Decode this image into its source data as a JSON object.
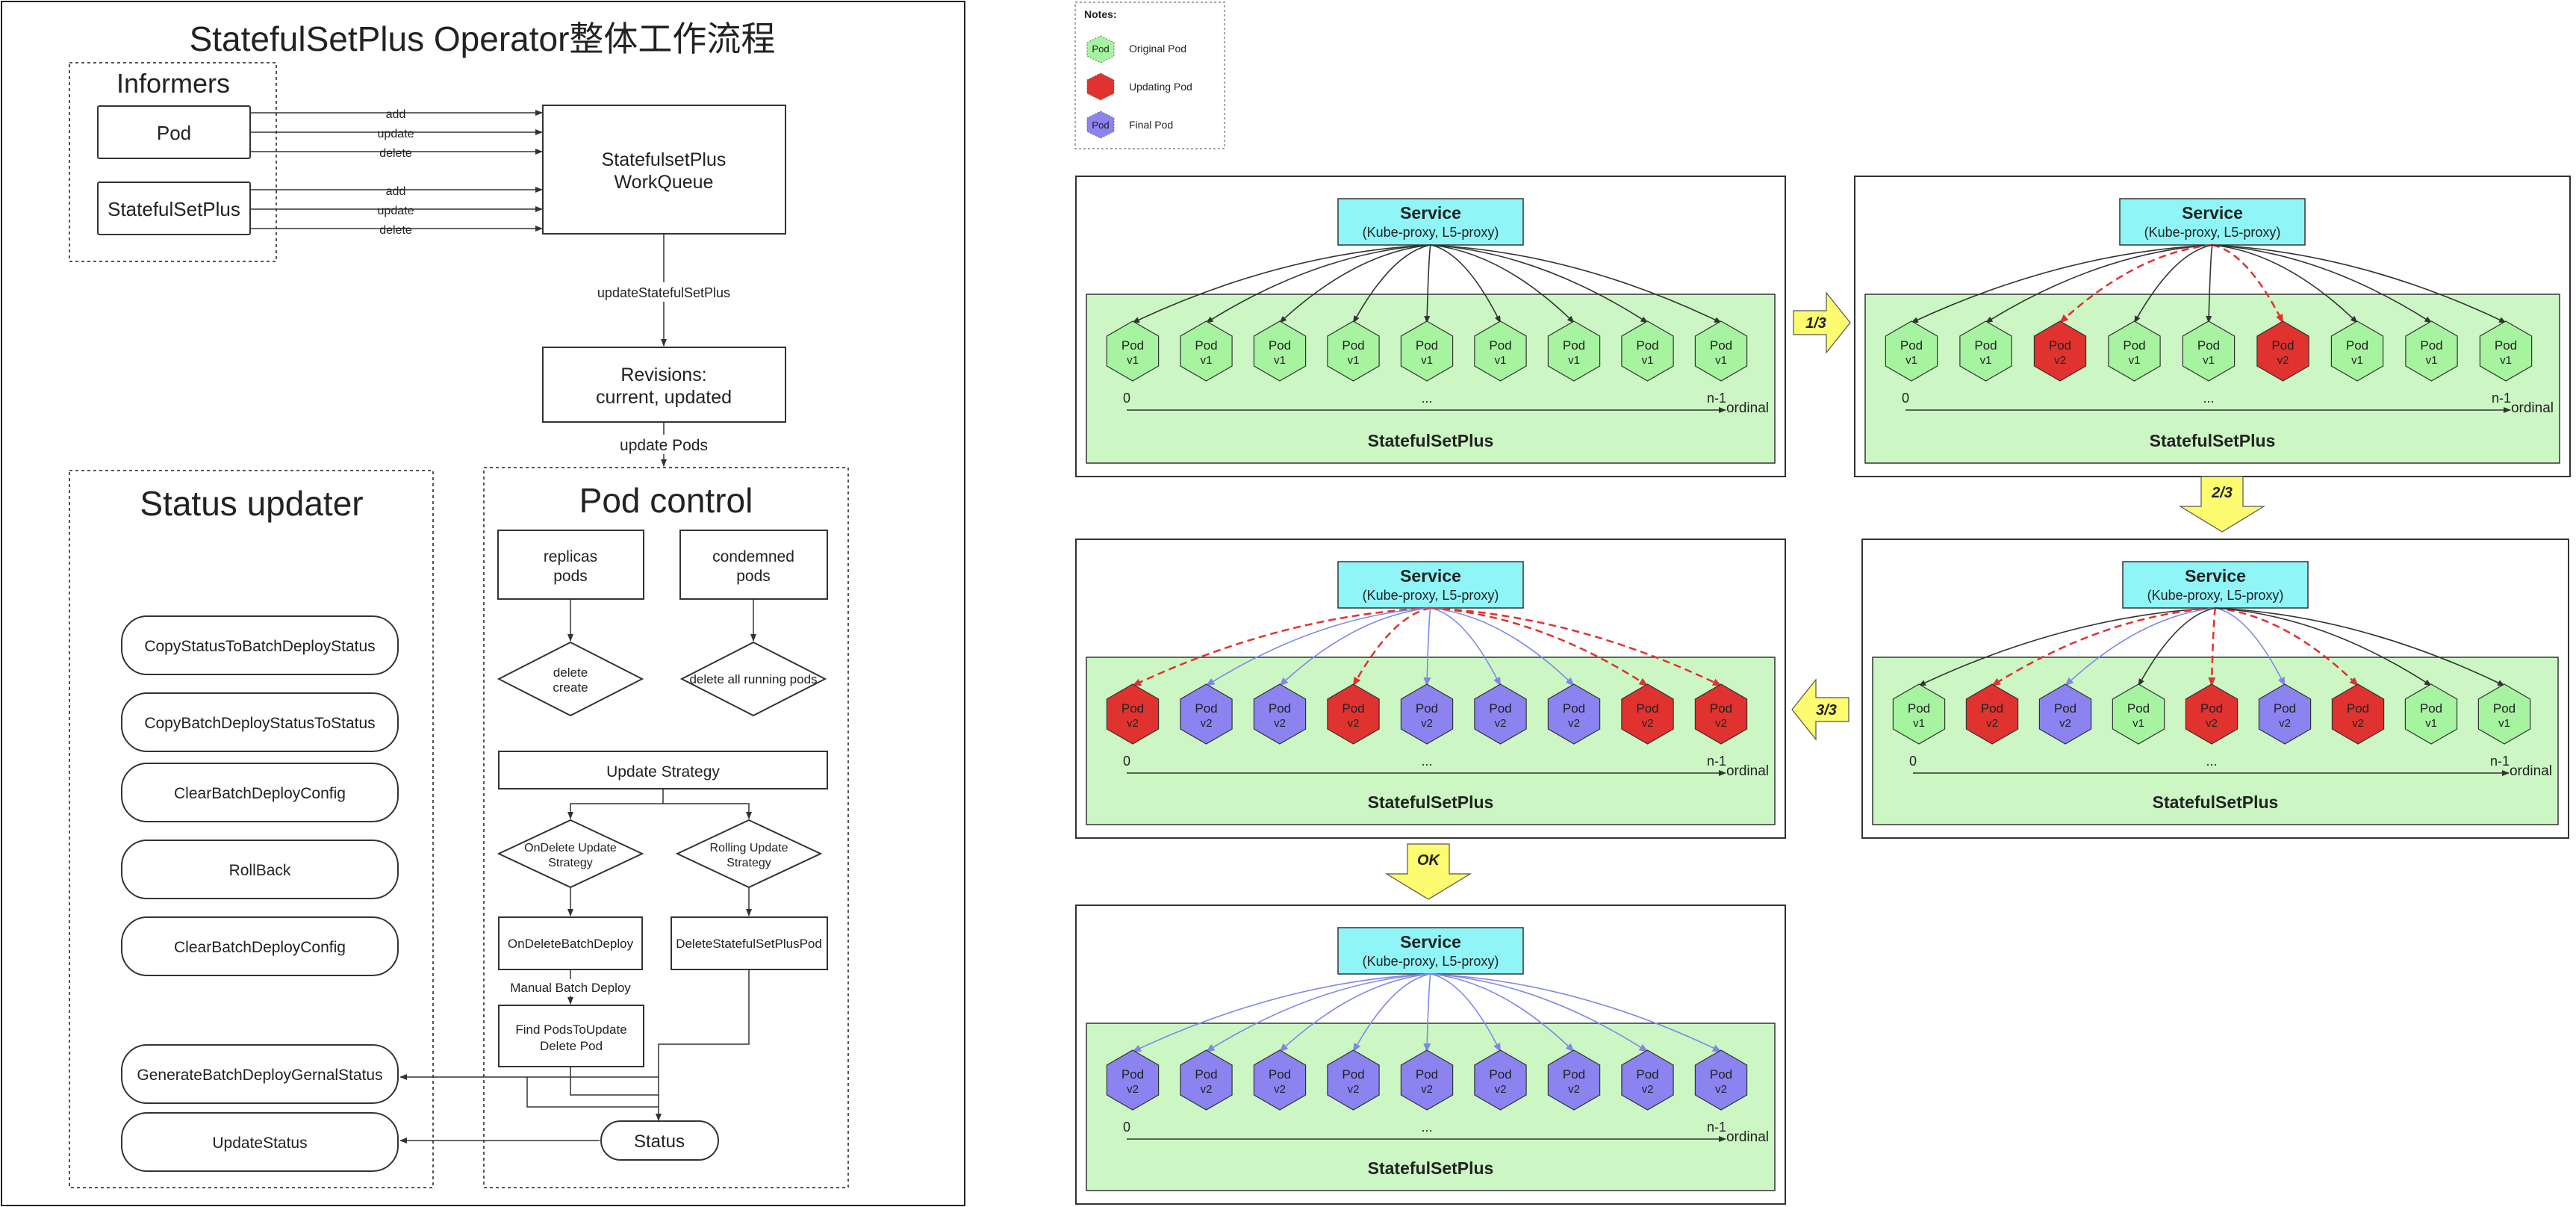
{
  "colors": {
    "original_pod": "#a6f3a0",
    "updating_pod": "#e0322f",
    "final_pod": "#8a83f0",
    "service_fill": "#8ff5f7",
    "stateful_area": "#ccf7c4",
    "arrow_yellow": "#fdfb6f"
  },
  "left": {
    "title": "StatefulSetPlus Operator整体工作流程",
    "informers": {
      "label": "Informers",
      "pod": "Pod",
      "statefulsetplus": "StatefulSetPlus",
      "events": [
        "add",
        "update",
        "delete"
      ]
    },
    "workqueue": [
      "StatefulsetPlus",
      "WorkQueue"
    ],
    "update_statefulsetplus": "updateStatefulSetPlus",
    "revisions": [
      "Revisions:",
      "current, updated"
    ],
    "update_pods": "update Pods",
    "status_updater": {
      "title": "Status updater",
      "items": [
        "CopyStatusToBatchDeployStatus",
        "CopyBatchDeployStatusToStatus",
        "ClearBatchDeployConfig",
        "RollBack",
        "ClearBatchDeployConfig",
        "GenerateBatchDeployGernalStatus",
        "UpdateStatus"
      ]
    },
    "pod_control": {
      "title": "Pod control",
      "replicas": [
        "replicas",
        "pods"
      ],
      "condemned": [
        "condemned",
        "pods"
      ],
      "delete_create": [
        "delete",
        "create"
      ],
      "delete_all": "delete all running pods",
      "update_strategy": "Update Strategy",
      "ondelete_strategy": [
        "OnDelete Update",
        "Strategy"
      ],
      "rolling_strategy": [
        "Rolling Update",
        "Strategy"
      ],
      "ondelete_batch": "OnDeleteBatchDeploy",
      "delete_pod": "DeleteStatefulSetPlusPod",
      "manual_batch": "Manual Batch Deploy",
      "find_pods": [
        "Find PodsToUpdate",
        "Delete Pod"
      ],
      "status": "Status"
    }
  },
  "right": {
    "notes": {
      "title": "Notes:",
      "pod_label": "Pod",
      "items": [
        {
          "kind": "original",
          "label": "Original Pod"
        },
        {
          "kind": "updating",
          "label": "Updating Pod"
        },
        {
          "kind": "final",
          "label": "Final Pod"
        }
      ]
    },
    "service_title": "Service",
    "service_subtitle": "(Kube-proxy, L5-proxy)",
    "pod_text": "Pod",
    "ordinal_first": "0",
    "ordinal_dots": "...",
    "ordinal_last": "n-1",
    "ordinal_label": "ordinal",
    "statefulsetplus": "StatefulSetPlus",
    "stages": [
      {
        "step": "1/3",
        "pods": [
          [
            "o",
            "v1"
          ],
          [
            "o",
            "v1"
          ],
          [
            "o",
            "v1"
          ],
          [
            "o",
            "v1"
          ],
          [
            "o",
            "v1"
          ],
          [
            "o",
            "v1"
          ],
          [
            "o",
            "v1"
          ],
          [
            "o",
            "v1"
          ],
          [
            "o",
            "v1"
          ]
        ]
      },
      {
        "step": "2/3",
        "pods": [
          [
            "o",
            "v1"
          ],
          [
            "o",
            "v1"
          ],
          [
            "u",
            "v2"
          ],
          [
            "o",
            "v1"
          ],
          [
            "o",
            "v1"
          ],
          [
            "u",
            "v2"
          ],
          [
            "o",
            "v1"
          ],
          [
            "o",
            "v1"
          ],
          [
            "o",
            "v1"
          ]
        ]
      },
      {
        "step": "3/3",
        "pods": [
          [
            "o",
            "v1"
          ],
          [
            "u",
            "v2"
          ],
          [
            "f",
            "v2"
          ],
          [
            "o",
            "v1"
          ],
          [
            "u",
            "v2"
          ],
          [
            "f",
            "v2"
          ],
          [
            "u",
            "v2"
          ],
          [
            "o",
            "v1"
          ],
          [
            "o",
            "v1"
          ]
        ]
      },
      {
        "step": "OK",
        "pods": [
          [
            "u",
            "v2"
          ],
          [
            "f",
            "v2"
          ],
          [
            "f",
            "v2"
          ],
          [
            "u",
            "v2"
          ],
          [
            "f",
            "v2"
          ],
          [
            "f",
            "v2"
          ],
          [
            "f",
            "v2"
          ],
          [
            "u",
            "v2"
          ],
          [
            "u",
            "v2"
          ]
        ]
      },
      {
        "step": "",
        "pods": [
          [
            "f",
            "v2"
          ],
          [
            "f",
            "v2"
          ],
          [
            "f",
            "v2"
          ],
          [
            "f",
            "v2"
          ],
          [
            "f",
            "v2"
          ],
          [
            "f",
            "v2"
          ],
          [
            "f",
            "v2"
          ],
          [
            "f",
            "v2"
          ],
          [
            "f",
            "v2"
          ]
        ]
      }
    ]
  }
}
